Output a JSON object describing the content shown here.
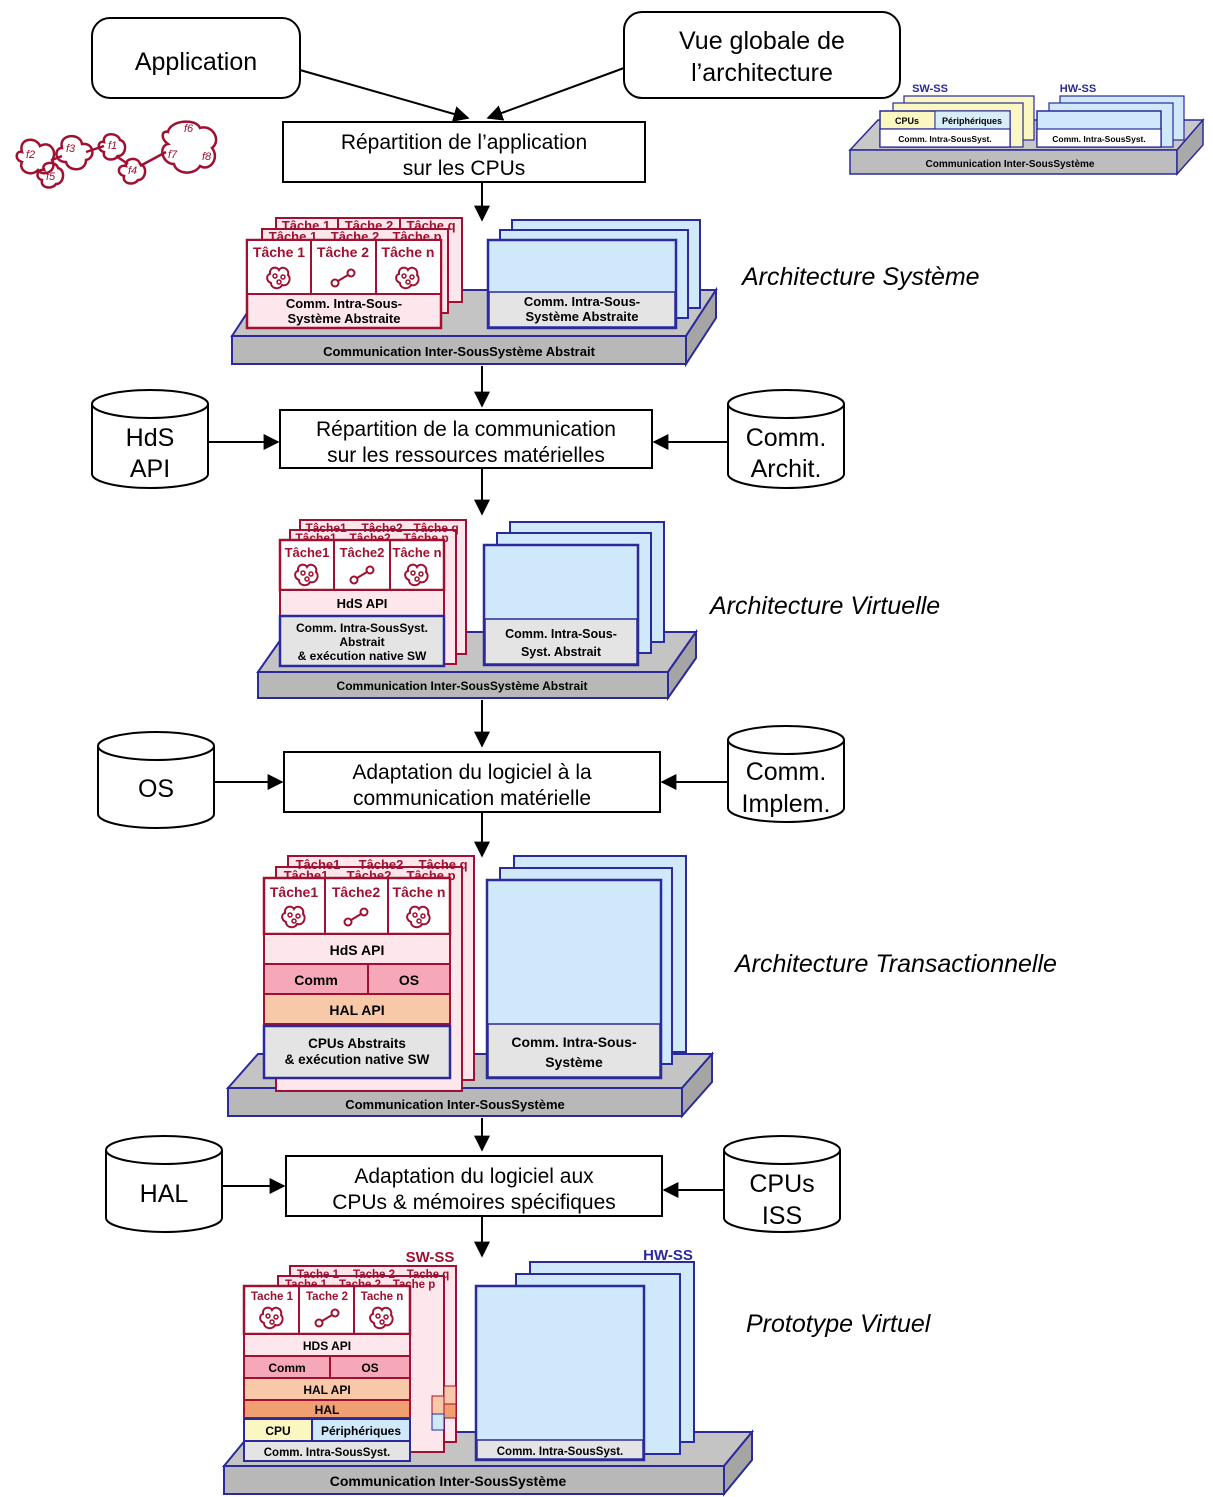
{
  "top": {
    "application": "Application",
    "global_view_line1": "Vue globale de",
    "global_view_line2": "l’architecture",
    "functions": [
      "f2",
      "f3",
      "f1",
      "f4",
      "f5",
      "f6",
      "f7",
      "f8"
    ]
  },
  "overview": {
    "sw_ss": "SW-SS",
    "hw_ss": "HW-SS",
    "cpus": "CPUs",
    "peripheriques": "Périphériques",
    "comm_intra_sw": "Comm. Intra-SousSyst.",
    "comm_intra_hw": "Comm. Intra-SousSyst.",
    "comm_inter": "Communication Inter-SousSystème"
  },
  "processes": {
    "p1_line1": "Répartition de l’application",
    "p1_line2": "sur  les CPUs",
    "p2_line1": "Répartition de la communication",
    "p2_line2": "sur les ressources matérielles",
    "p3_line1": "Adaptation du logiciel  à la",
    "p3_line2": "communication matérielle",
    "p4_line1": "Adaptation du logiciel aux",
    "p4_line2": "CPUs & mémoires spécifiques"
  },
  "databases": {
    "hds_line1": "HdS",
    "hds_line2": "API",
    "comm_archit_line1": "Comm.",
    "comm_archit_line2": "Archit.",
    "os": "OS",
    "comm_implem_line1": "Comm.",
    "comm_implem_line2": "Implem.",
    "hal": "HAL",
    "cpus_iss_line1": "CPUs",
    "cpus_iss_line2": "ISS"
  },
  "stages": {
    "s1": "Architecture Système",
    "s2": "Architecture Virtuelle",
    "s3": "Architecture Transactionnelle",
    "s4": "Prototype Virtuel"
  },
  "system_arch": {
    "back_tasks": [
      "Tâche 1",
      "Tâche 2",
      "Tâche q",
      "Tâche 1",
      "Tâche 2",
      "Tâche p"
    ],
    "task1": "Tâche 1",
    "task2": "Tâche 2",
    "taskn": "Tâche n",
    "sw_comm_line1": "Comm. Intra-Sous-",
    "sw_comm_line2": "Système Abstraite",
    "hw_comm_line1": "Comm. Intra-Sous-",
    "hw_comm_line2": "Système Abstraite",
    "inter": "Communication Inter-SousSystème Abstrait"
  },
  "virtual_arch": {
    "back_tasks": [
      "Tâche1",
      "Tâche2",
      "Tâche q",
      "Tâche1",
      "Tâche2",
      "Tâche p"
    ],
    "task1": "Tâche1",
    "task2": "Tâche2",
    "taskn": "Tâche n",
    "hds": "HdS API",
    "comm_line1": "Comm. Intra-SousSyst.",
    "comm_line2": "Abstrait",
    "comm_line3": "& exécution native SW",
    "hw_comm_line1": "Comm. Intra-Sous-",
    "hw_comm_line2": "Syst. Abstrait",
    "inter": "Communication Inter-SousSystème Abstrait"
  },
  "transactional_arch": {
    "back_tasks": [
      "Tâche1",
      "Tâche2",
      "Tâche q",
      "Tâche1",
      "Tâche2",
      "Tâche p"
    ],
    "task1": "Tâche1",
    "task2": "Tâche2",
    "taskn": "Tâche n",
    "hds": "HdS API",
    "comm": "Comm",
    "os": "OS",
    "hal_api": "HAL API",
    "cpus_line1": "CPUs Abstraits",
    "cpus_line2": "& exécution native SW",
    "hw_comm_line1": "Comm. Intra-Sous-",
    "hw_comm_line2": "Système",
    "inter": "Communication Inter-SousSystème"
  },
  "virtual_proto": {
    "sw_ss": "SW-SS",
    "hw_ss": "HW-SS",
    "back_tasks": [
      "Tache 1",
      "Tache 2",
      "Tache q",
      "Tache 1",
      "Tache 2",
      "Tache p"
    ],
    "task1": "Tache 1",
    "task2": "Tache 2",
    "taskn": "Tache n",
    "hds": "HDS API",
    "comm": "Comm",
    "os": "OS",
    "hal_api": "HAL API",
    "hal": "HAL",
    "cpu": "CPU",
    "peripheriques": "Périphériques",
    "sw_comm": "Comm. Intra-SousSyst.",
    "hw_comm": "Comm. Intra-SousSyst.",
    "inter": "Communication Inter-SousSystème"
  },
  "colors": {
    "task_red": "#a01030",
    "task_fill": "#fde7ec",
    "hw_blue": "#2a2a9a",
    "hw_fill": "#cfe9fb",
    "platform": "#b8b8b8",
    "comm_pink": "#f6a8b8",
    "hal_api_peach": "#f7c9a8",
    "hal_orange": "#f0a070",
    "cpu_yellow": "#fbf7c0"
  }
}
